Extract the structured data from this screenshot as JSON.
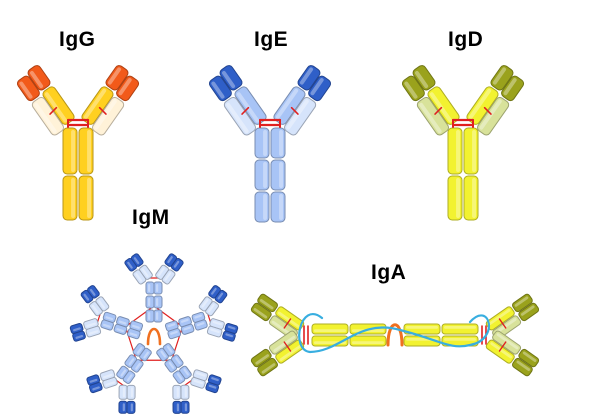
{
  "labels": {
    "igg": "IgG",
    "ige": "IgE",
    "igd": "IgD",
    "igm": "IgM",
    "iga": "IgA"
  },
  "colors": {
    "igg_heavy": "#ffd020",
    "igg_light": "#fff2d8",
    "igg_variable": "#f25a1a",
    "ige_heavy": "#a8c4f6",
    "ige_light": "#d6e4fb",
    "ige_variable": "#2f5fc8",
    "igd_heavy": "#f2f230",
    "igd_light": "#d8e29a",
    "igd_variable": "#9aa21c",
    "igm_heavy": "#a8c4f6",
    "igm_light": "#d6e4fb",
    "igm_variable": "#2f5fc8",
    "iga_heavy": "#f2f230",
    "iga_light": "#d8e29a",
    "iga_variable": "#9aa21c",
    "disulfide": "#e02020",
    "j_chain": "#f07020",
    "secretory_component": "#38aee0"
  }
}
